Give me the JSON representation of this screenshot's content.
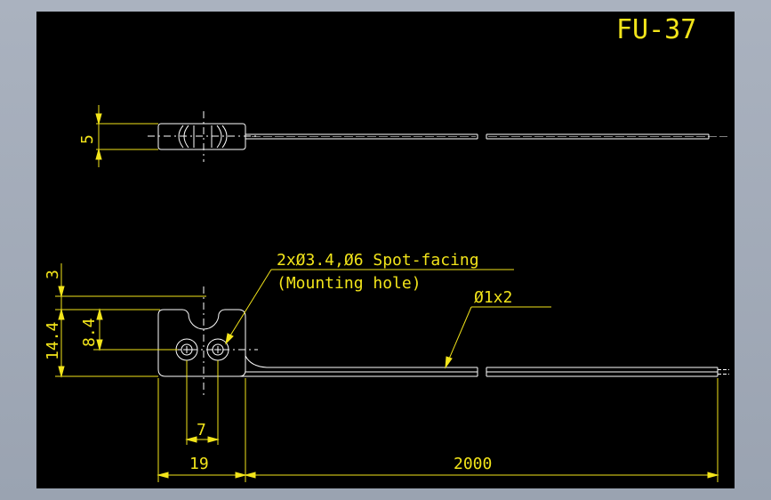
{
  "drawing": {
    "title": "FU-37",
    "colors": {
      "background": "#000000",
      "frame": "#aab2bf",
      "drawing_line": "#ffffff",
      "dimension": "#f2e41a"
    },
    "side_view": {
      "thickness_label": "5"
    },
    "front_view": {
      "top_offset_label": "3",
      "hole_spacing_label": "8.4",
      "height_label": "14.4",
      "hole_pitch_label": "7",
      "width_label": "19",
      "cable_length_label": "2000"
    },
    "notes": {
      "mounting_line1": "2xØ3.4,Ø6 Spot-facing",
      "mounting_line2": "(Mounting hole)",
      "cable_spec": "Ø1x2"
    }
  }
}
